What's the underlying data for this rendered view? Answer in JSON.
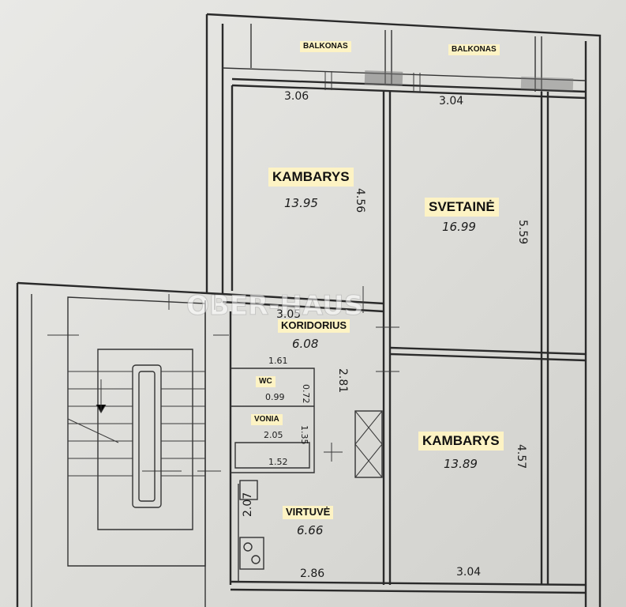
{
  "rooms": [
    {
      "key": "balkonas_left",
      "label": "BALKONAS",
      "area": ""
    },
    {
      "key": "balkonas_right",
      "label": "BALKONAS",
      "area": ""
    },
    {
      "key": "kambarys_top",
      "label": "KAMBARYS",
      "area": "13.95"
    },
    {
      "key": "svetaine",
      "label": "SVETAINĖ",
      "area": "16.99"
    },
    {
      "key": "koridorius",
      "label": "KORIDORIUS",
      "area": "6.08"
    },
    {
      "key": "wc",
      "label": "WC",
      "area": "0.99"
    },
    {
      "key": "vonia",
      "label": "VONIA",
      "area": "2.05"
    },
    {
      "key": "kambarys_bottom",
      "label": "KAMBARYS",
      "area": "13.89"
    },
    {
      "key": "virtuve",
      "label": "VIRTUVĖ",
      "area": "6.66"
    }
  ],
  "dimensions": {
    "top_left_width": "3.06",
    "top_right_width": "3.04",
    "kambarys_top_height": "4.56",
    "svetaine_height": "5.59",
    "koridorius_width": "3.05",
    "koridorius_side": "1.61",
    "koridorius_height": "2.81",
    "wc_depth": "0.72",
    "vonia_depth": "1.35",
    "vonia_width": "1.52",
    "virtuve_height": "2.07",
    "virtuve_width": "2.86",
    "kambarys_bottom_height": "4.57",
    "kambarys_bottom_width": "3.04"
  },
  "watermark": "OBER-HAUS"
}
